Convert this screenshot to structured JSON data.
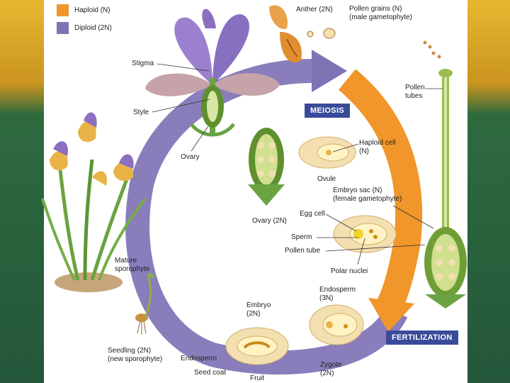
{
  "legend": {
    "haploid": {
      "label": "Haploid (N)",
      "color": "#f0962a"
    },
    "diploid": {
      "label": "Diploid (2N)",
      "color": "#7f72b5"
    }
  },
  "stages": {
    "meiosis": "MEIOSIS",
    "fertilization": "FERTILIZATION"
  },
  "labels": {
    "anther": "Anther (2N)",
    "pollen_grains_1": "Pollen grains (N)",
    "pollen_grains_2": "(male gametophyte)",
    "stigma": "Stigma",
    "style": "Style",
    "ovary": "Ovary",
    "pollen_tubes_1": "Pollen",
    "pollen_tubes_2": "tubes",
    "haploid_cell_1": "Haploid cell",
    "haploid_cell_2": "(N)",
    "ovule": "Ovule",
    "embryo_sac_1": "Embryo sac (N)",
    "embryo_sac_2": "(female gametophyte)",
    "ovary_2n": "Ovary (2N)",
    "egg_cell": "Egg cell",
    "sperm": "Sperm",
    "pollen_tube": "Pollen tube",
    "polar_nuclei": "Polar nuclei",
    "mature_sporophyte_1": "Mature",
    "mature_sporophyte_2": "sporophyte",
    "endosperm_3n_1": "Endosperm",
    "endosperm_3n_2": "(3N)",
    "embryo_1": "Embryo",
    "embryo_2": "(2N)",
    "seedling_1": "Seedling (2N)",
    "seedling_2": "(new sporophyte)",
    "endosperm": "Endosperm",
    "seed_coat": "Seed coat",
    "fruit": "Fruit",
    "zygote_1": "Zygote",
    "zygote_2": "(2N)"
  },
  "colors": {
    "haploid": "#f0962a",
    "diploid": "#7f72b5",
    "stage_box": "#3a4a9a",
    "petal": "#8c6fc0",
    "petal_yellow": "#e9b347",
    "leaf": "#6aa342",
    "ovary_green": "#5f8f2e",
    "ovule_cream": "#f3dfb0"
  }
}
